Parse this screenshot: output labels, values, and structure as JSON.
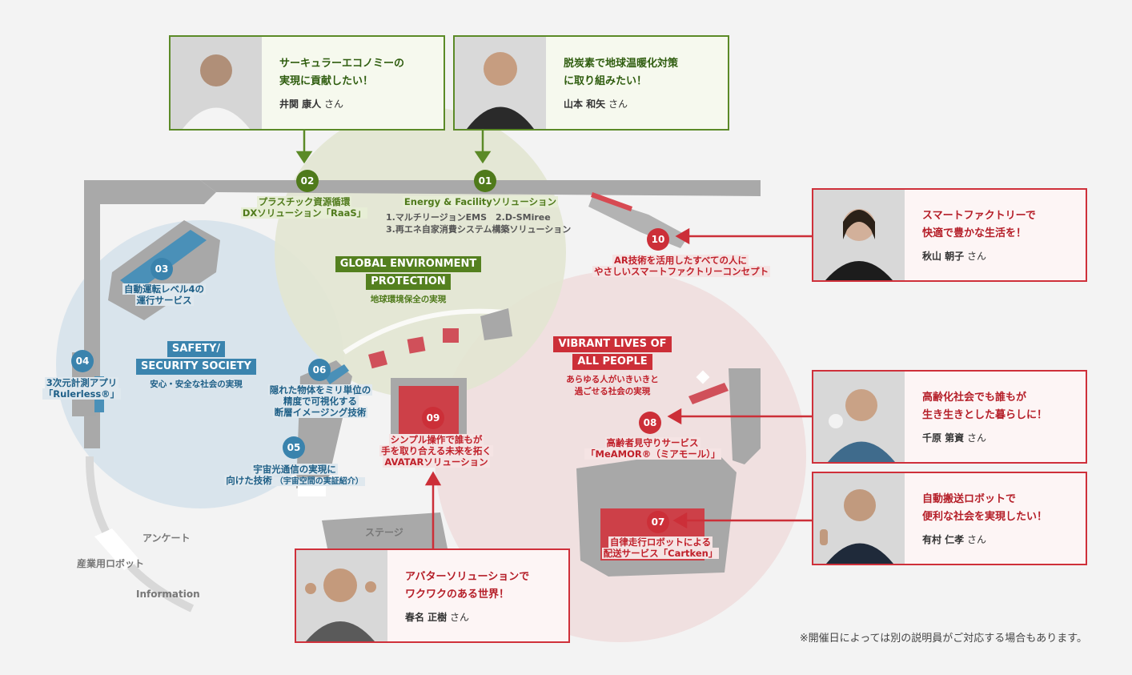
{
  "colors": {
    "green": "#5b8a27",
    "blue": "#3a83ad",
    "red": "#cc2f38"
  },
  "themes": {
    "environment": {
      "title_line1": "GLOBAL ENVIRONMENT",
      "title_line2": "PROTECTION",
      "subtitle": "地球環境保全の実現"
    },
    "safety": {
      "title_line1": "SAFETY/",
      "title_line2": "SECURITY SOCIETY",
      "subtitle": "安心・安全な社会の実現"
    },
    "lives": {
      "title_line1": "VIBRANT LIVES OF",
      "title_line2": "ALL PEOPLE",
      "subtitle_line1": "あらゆる人がいきいきと",
      "subtitle_line2": "過ごせる社会の実現"
    }
  },
  "exhibits": {
    "e01": {
      "number": "01",
      "title": "Energy & Facilityソリューション",
      "detail_line1": "1.マルチリージョンEMS　2.D-SMiree",
      "detail_line2": "3.再エネ自家消費システム構築ソリューション"
    },
    "e02": {
      "number": "02",
      "title_line1": "プラスチック資源循環",
      "title_line2": "DXソリューション「RaaS」"
    },
    "e03": {
      "number": "03",
      "title_line1": "自動運転レベル4の",
      "title_line2": "運行サービス"
    },
    "e04": {
      "number": "04",
      "title_line1": "3次元計測アプリ",
      "title_line2": "「Rulerless®」"
    },
    "e05": {
      "number": "05",
      "title_line1": "宇宙光通信の実現に",
      "title_line2": "向けた技術",
      "title_note": "（宇宙空間の実証紹介）"
    },
    "e06": {
      "number": "06",
      "title_line1": "隠れた物体をミリ単位の",
      "title_line2": "精度で可視化する",
      "title_line3": "断層イメージング技術"
    },
    "e07": {
      "number": "07",
      "title_line1": "自律走行ロボットによる",
      "title_line2": "配送サービス「Cartken」"
    },
    "e08": {
      "number": "08",
      "title_line1": "高齢者見守りサービス",
      "title_line2": "「MeAMOR®（ミアモール）」"
    },
    "e09": {
      "number": "09",
      "title_line1": "シンプル操作で誰もが",
      "title_line2": "手を取り合える未来を拓く",
      "title_line3": "AVATARソリューション"
    },
    "e10": {
      "number": "10",
      "title_line1": "AR技術を活用したすべての人に",
      "title_line2": "やさしいスマートファクトリーコンセプト"
    }
  },
  "map_labels": {
    "stage": "ステージ",
    "survey": "アンケート",
    "robot": "産業用ロボット",
    "information": "Information"
  },
  "staff": [
    {
      "message_line1": "サーキュラーエコノミーの",
      "message_line2": "実現に貢献したい！",
      "name": "井関 康人",
      "suffix": "さん"
    },
    {
      "message_line1": "脱炭素で地球温暖化対策",
      "message_line2": "に取り組みたい！",
      "name": "山本 和矢",
      "suffix": "さん"
    },
    {
      "message_line1": "スマートファクトリーで",
      "message_line2": "快適で豊かな生活を！",
      "name": "秋山 朝子",
      "suffix": "さん"
    },
    {
      "message_line1": "高齢化社会でも誰もが",
      "message_line2": "生き生きとした暮らしに！",
      "name": "千原 第資",
      "suffix": "さん"
    },
    {
      "message_line1": "自動搬送ロボットで",
      "message_line2": "便利な社会を実現したい！",
      "name": "有村 仁孝",
      "suffix": "さん"
    },
    {
      "message_line1": "アバターソリューションで",
      "message_line2": "ワクワクのある世界！",
      "name": "春名 正樹",
      "suffix": "さん"
    }
  ],
  "footnote": "※開催日によっては別の説明員がご対応する場合もあります。"
}
